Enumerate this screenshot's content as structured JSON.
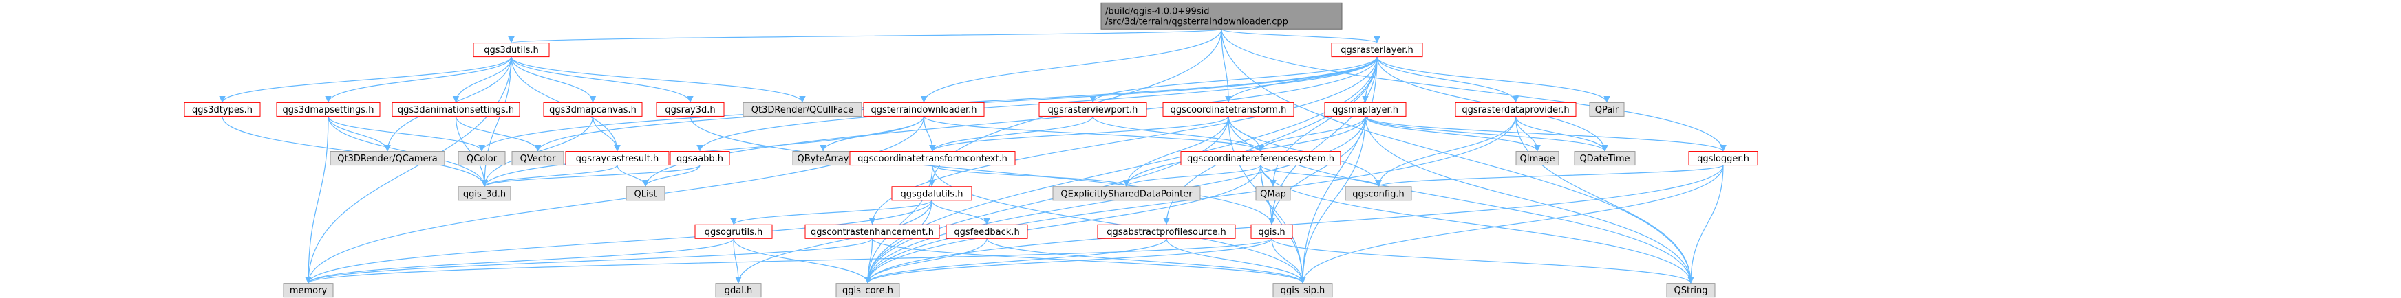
{
  "colors": {
    "root_fill": "#999999",
    "normal_fill": "#ffffff",
    "normal_stroke": "#ff0000",
    "external_fill": "#e0e0e0",
    "external_stroke": "#999999",
    "edge": "#63b8ff"
  },
  "nodes": [
    {
      "id": "root",
      "lines": [
        "/build/qgis-4.0.0+99sid",
        "/src/3d/terrain/qgsterraindownloader.cpp"
      ],
      "kind": "root"
    },
    {
      "id": "qgs3dutils_h",
      "lines": [
        "qgs3dutils.h"
      ],
      "kind": "normal"
    },
    {
      "id": "qgsrasterlayer_h",
      "lines": [
        "qgsrasterlayer.h"
      ],
      "kind": "normal"
    },
    {
      "id": "qgs3dtypes_h",
      "lines": [
        "qgs3dtypes.h"
      ],
      "kind": "normal"
    },
    {
      "id": "qgs3dmapsettings_h",
      "lines": [
        "qgs3dmapsettings.h"
      ],
      "kind": "normal"
    },
    {
      "id": "qgs3danimationsettings_h",
      "lines": [
        "qgs3danimationsettings.h"
      ],
      "kind": "normal"
    },
    {
      "id": "qgs3dmapcanvas_h",
      "lines": [
        "qgs3dmapcanvas.h"
      ],
      "kind": "normal"
    },
    {
      "id": "qgsray3d_h",
      "lines": [
        "qgsray3d.h"
      ],
      "kind": "normal"
    },
    {
      "id": "Qt3DCullFace",
      "lines": [
        "Qt3DRender/QCullFace"
      ],
      "kind": "external"
    },
    {
      "id": "qgsterraindownloader_h",
      "lines": [
        "qgsterraindownloader.h"
      ],
      "kind": "normal"
    },
    {
      "id": "qgsrasterviewport_h",
      "lines": [
        "qgsrasterviewport.h"
      ],
      "kind": "normal"
    },
    {
      "id": "qgscoordinatetransform_h",
      "lines": [
        "qgscoordinatetransform.h"
      ],
      "kind": "normal"
    },
    {
      "id": "qgsmaplayer_h",
      "lines": [
        "qgsmaplayer.h"
      ],
      "kind": "normal"
    },
    {
      "id": "qgsrasterdataprovider_h",
      "lines": [
        "qgsrasterdataprovider.h"
      ],
      "kind": "normal"
    },
    {
      "id": "QPair",
      "lines": [
        "QPair"
      ],
      "kind": "external"
    },
    {
      "id": "Qt3DCamera",
      "lines": [
        "Qt3DRender/QCamera"
      ],
      "kind": "external"
    },
    {
      "id": "QColor",
      "lines": [
        "QColor"
      ],
      "kind": "external"
    },
    {
      "id": "QVector",
      "lines": [
        "QVector"
      ],
      "kind": "external"
    },
    {
      "id": "qgsraycastresult_h",
      "lines": [
        "qgsraycastresult.h"
      ],
      "kind": "normal"
    },
    {
      "id": "qgsaabb_h",
      "lines": [
        "qgsaabb.h"
      ],
      "kind": "normal"
    },
    {
      "id": "QByteArray",
      "lines": [
        "QByteArray"
      ],
      "kind": "external"
    },
    {
      "id": "qgscoordinatetransformcontext_h",
      "lines": [
        "qgscoordinatetransformcontext.h"
      ],
      "kind": "normal"
    },
    {
      "id": "qgscoordinatereferencesystem_h",
      "lines": [
        "qgscoordinatereferencesystem.h"
      ],
      "kind": "normal"
    },
    {
      "id": "QImage",
      "lines": [
        "QImage"
      ],
      "kind": "external"
    },
    {
      "id": "QDateTime",
      "lines": [
        "QDateTime"
      ],
      "kind": "external"
    },
    {
      "id": "qgslogger_h",
      "lines": [
        "qgslogger.h"
      ],
      "kind": "normal"
    },
    {
      "id": "qgs_3d_h",
      "lines": [
        "qgis_3d.h"
      ],
      "kind": "external"
    },
    {
      "id": "QList",
      "lines": [
        "QList"
      ],
      "kind": "external"
    },
    {
      "id": "qgsgdalutils_h",
      "lines": [
        "qgsgdalutils.h"
      ],
      "kind": "normal"
    },
    {
      "id": "QExplicitlySharedDataPointer",
      "lines": [
        "QExplicitlySharedDataPointer"
      ],
      "kind": "external"
    },
    {
      "id": "QMap",
      "lines": [
        "QMap"
      ],
      "kind": "external"
    },
    {
      "id": "qgsconfig_h",
      "lines": [
        "qgsconfig.h"
      ],
      "kind": "external"
    },
    {
      "id": "qgsogrutils_h",
      "lines": [
        "qgsogrutils.h"
      ],
      "kind": "normal"
    },
    {
      "id": "qgscontrastenhancement_h",
      "lines": [
        "qgscontrastenhancement.h"
      ],
      "kind": "normal"
    },
    {
      "id": "qgsfeedback_h",
      "lines": [
        "qgsfeedback.h"
      ],
      "kind": "normal"
    },
    {
      "id": "qgsabstractprofilesource_h",
      "lines": [
        "qgsabstractprofilesource.h"
      ],
      "kind": "normal"
    },
    {
      "id": "qgis_h",
      "lines": [
        "qgis.h"
      ],
      "kind": "normal"
    },
    {
      "id": "memory",
      "lines": [
        "memory"
      ],
      "kind": "external"
    },
    {
      "id": "gdal_h",
      "lines": [
        "gdal.h"
      ],
      "kind": "external"
    },
    {
      "id": "qgis_core_h",
      "lines": [
        "qgis_core.h"
      ],
      "kind": "external"
    },
    {
      "id": "qgis_sip_h",
      "lines": [
        "qgis_sip.h"
      ],
      "kind": "external"
    },
    {
      "id": "QString",
      "lines": [
        "QString"
      ],
      "kind": "external"
    }
  ],
  "edges": [
    [
      "root",
      "qgs3dutils_h"
    ],
    [
      "root",
      "qgsrasterlayer_h"
    ],
    [
      "root",
      "qgsterraindownloader_h"
    ],
    [
      "root",
      "qgscoordinatetransform_h"
    ],
    [
      "root",
      "qgsgdalutils_h"
    ],
    [
      "root",
      "qgslogger_h"
    ],
    [
      "root",
      "QString"
    ],
    [
      "qgs3dutils_h",
      "qgs3dtypes_h"
    ],
    [
      "qgs3dutils_h",
      "qgs3dmapsettings_h"
    ],
    [
      "qgs3dutils_h",
      "qgs3danimationsettings_h"
    ],
    [
      "qgs3dutils_h",
      "qgs3dmapcanvas_h"
    ],
    [
      "qgs3dutils_h",
      "qgsray3d_h"
    ],
    [
      "qgs3dutils_h",
      "Qt3DCullFace"
    ],
    [
      "qgs3dutils_h",
      "Qt3DCamera"
    ],
    [
      "qgs3dutils_h",
      "qgsraycastresult_h"
    ],
    [
      "qgs3dutils_h",
      "qgs_3d_h"
    ],
    [
      "qgs3dutils_h",
      "memory"
    ],
    [
      "qgs3dtypes_h",
      "qgs_3d_h"
    ],
    [
      "qgs3dmapsettings_h",
      "Qt3DCamera"
    ],
    [
      "qgs3dmapsettings_h",
      "QColor"
    ],
    [
      "qgs3dmapsettings_h",
      "qgs_3d_h"
    ],
    [
      "qgs3dmapsettings_h",
      "memory"
    ],
    [
      "qgs3danimationsettings_h",
      "QVector"
    ],
    [
      "qgs3danimationsettings_h",
      "qgs_3d_h"
    ],
    [
      "qgs3dmapcanvas_h",
      "qgsraycastresult_h"
    ],
    [
      "qgs3dmapcanvas_h",
      "qgs_3d_h"
    ],
    [
      "qgsray3d_h",
      "qgis_h"
    ],
    [
      "qgsraycastresult_h",
      "qgs_3d_h"
    ],
    [
      "qgsraycastresult_h",
      "QList"
    ],
    [
      "qgsaabb_h",
      "qgs_3d_h"
    ],
    [
      "qgsaabb_h",
      "QList"
    ],
    [
      "qgsterraindownloader_h",
      "QByteArray"
    ],
    [
      "qgsterraindownloader_h",
      "qgscoordinatetransformcontext_h"
    ],
    [
      "qgsterraindownloader_h",
      "qgscoordinatereferencesystem_h"
    ],
    [
      "qgsterraindownloader_h",
      "qgs_3d_h"
    ],
    [
      "qgsterraindownloader_h",
      "memory"
    ],
    [
      "qgsrasterlayer_h",
      "qgsrasterviewport_h"
    ],
    [
      "qgsrasterlayer_h",
      "qgscoordinatetransform_h"
    ],
    [
      "qgsrasterlayer_h",
      "qgsmaplayer_h"
    ],
    [
      "qgsrasterlayer_h",
      "qgsrasterdataprovider_h"
    ],
    [
      "qgsrasterlayer_h",
      "QPair"
    ],
    [
      "qgsrasterlayer_h",
      "QColor"
    ],
    [
      "qgsrasterlayer_h",
      "QVector"
    ],
    [
      "qgsrasterlayer_h",
      "qgsaabb_h"
    ],
    [
      "qgsrasterlayer_h",
      "QList"
    ],
    [
      "qgsrasterlayer_h",
      "qgscontrastenhancement_h"
    ],
    [
      "qgsrasterlayer_h",
      "qgsabstractprofilesource_h"
    ],
    [
      "qgsrasterlayer_h",
      "qgis_h"
    ],
    [
      "qgsrasterlayer_h",
      "QMap"
    ],
    [
      "qgsrasterlayer_h",
      "QDateTime"
    ],
    [
      "qgsrasterlayer_h",
      "qgis_core_h"
    ],
    [
      "qgsrasterlayer_h",
      "qgis_sip_h"
    ],
    [
      "qgsrasterviewport_h",
      "qgscoordinatetransformcontext_h"
    ],
    [
      "qgsrasterviewport_h",
      "qgscoordinatereferencesystem_h"
    ],
    [
      "qgscoordinatetransform_h",
      "qgscoordinatetransformcontext_h"
    ],
    [
      "qgscoordinatetransform_h",
      "qgscoordinatereferencesystem_h"
    ],
    [
      "qgscoordinatetransform_h",
      "QExplicitlySharedDataPointer"
    ],
    [
      "qgscoordinatetransform_h",
      "qgsconfig_h"
    ],
    [
      "qgscoordinatetransform_h",
      "qgis_core_h"
    ],
    [
      "qgscoordinatetransform_h",
      "qgis_sip_h"
    ],
    [
      "qgscoordinatetransform_h",
      "QString"
    ],
    [
      "qgsmaplayer_h",
      "qgscoordinatereferencesystem_h"
    ],
    [
      "qgsmaplayer_h",
      "QImage"
    ],
    [
      "qgsmaplayer_h",
      "QDateTime"
    ],
    [
      "qgsmaplayer_h",
      "qgslogger_h"
    ],
    [
      "qgsmaplayer_h",
      "qgis_h"
    ],
    [
      "qgsmaplayer_h",
      "QExplicitlySharedDataPointer"
    ],
    [
      "qgsmaplayer_h",
      "qgis_core_h"
    ],
    [
      "qgsmaplayer_h",
      "qgis_sip_h"
    ],
    [
      "qgsmaplayer_h",
      "QString"
    ],
    [
      "qgsrasterdataprovider_h",
      "QImage"
    ],
    [
      "qgsrasterdataprovider_h",
      "QDateTime"
    ],
    [
      "qgsrasterdataprovider_h",
      "qgsconfig_h"
    ],
    [
      "qgsrasterdataprovider_h",
      "qgis_core_h"
    ],
    [
      "qgsrasterdataprovider_h",
      "QString"
    ],
    [
      "qgscoordinatetransformcontext_h",
      "QExplicitlySharedDataPointer"
    ],
    [
      "qgscoordinatetransformcontext_h",
      "qgis_core_h"
    ],
    [
      "qgscoordinatetransformcontext_h",
      "qgis_sip_h"
    ],
    [
      "qgscoordinatereferencesystem_h",
      "QExplicitlySharedDataPointer"
    ],
    [
      "qgscoordinatereferencesystem_h",
      "QMap"
    ],
    [
      "qgscoordinatereferencesystem_h",
      "qgsconfig_h"
    ],
    [
      "qgscoordinatereferencesystem_h",
      "qgis_core_h"
    ],
    [
      "qgscoordinatereferencesystem_h",
      "qgis_sip_h"
    ],
    [
      "qgscoordinatereferencesystem_h",
      "QString"
    ],
    [
      "qgscoordinatereferencesystem_h",
      "qgis_h"
    ],
    [
      "qgslogger_h",
      "qgsconfig_h"
    ],
    [
      "qgslogger_h",
      "qgis_core_h"
    ],
    [
      "qgslogger_h",
      "qgis_sip_h"
    ],
    [
      "qgslogger_h",
      "QString"
    ],
    [
      "qgsgdalutils_h",
      "qgsogrutils_h"
    ],
    [
      "qgsgdalutils_h",
      "gdal_h"
    ],
    [
      "qgsgdalutils_h",
      "qgis_core_h"
    ],
    [
      "qgsgdalutils_h",
      "memory"
    ],
    [
      "qgsogrutils_h",
      "gdal_h"
    ],
    [
      "qgsogrutils_h",
      "qgis_core_h"
    ],
    [
      "qgsogrutils_h",
      "memory"
    ],
    [
      "qgscontrastenhancement_h",
      "qgis_core_h"
    ],
    [
      "qgscontrastenhancement_h",
      "memory"
    ],
    [
      "qgscontrastenhancement_h",
      "qgis_sip_h"
    ],
    [
      "qgsfeedback_h",
      "qgis_core_h"
    ],
    [
      "qgsfeedback_h",
      "qgis_sip_h"
    ],
    [
      "qgsabstractprofilesource_h",
      "qgis_core_h"
    ],
    [
      "qgsabstractprofilesource_h",
      "qgis_sip_h"
    ],
    [
      "qgis_h",
      "qgis_core_h"
    ],
    [
      "qgis_h",
      "qgis_sip_h"
    ],
    [
      "qgis_h",
      "memory"
    ],
    [
      "qgis_h",
      "QString"
    ],
    [
      "qgsgdalutils_h",
      "qgsfeedback_h"
    ]
  ]
}
